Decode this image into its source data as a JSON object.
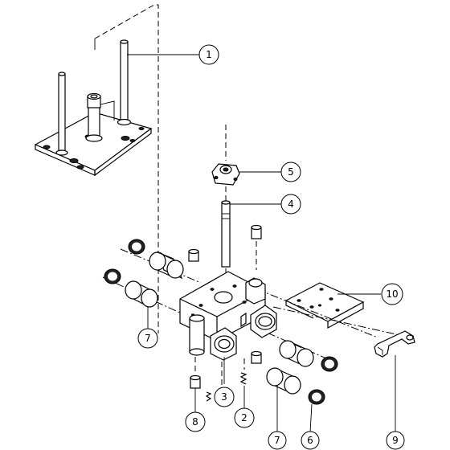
{
  "callouts": [
    {
      "id": "1",
      "label": "1"
    },
    {
      "id": "5",
      "label": "5"
    },
    {
      "id": "4",
      "label": "4"
    },
    {
      "id": "10",
      "label": "10"
    },
    {
      "id": "7a",
      "label": "7"
    },
    {
      "id": "3",
      "label": "3"
    },
    {
      "id": "8",
      "label": "8"
    },
    {
      "id": "2",
      "label": "2"
    },
    {
      "id": "7b",
      "label": "7"
    },
    {
      "id": "6",
      "label": "6"
    },
    {
      "id": "9",
      "label": "9"
    }
  ]
}
